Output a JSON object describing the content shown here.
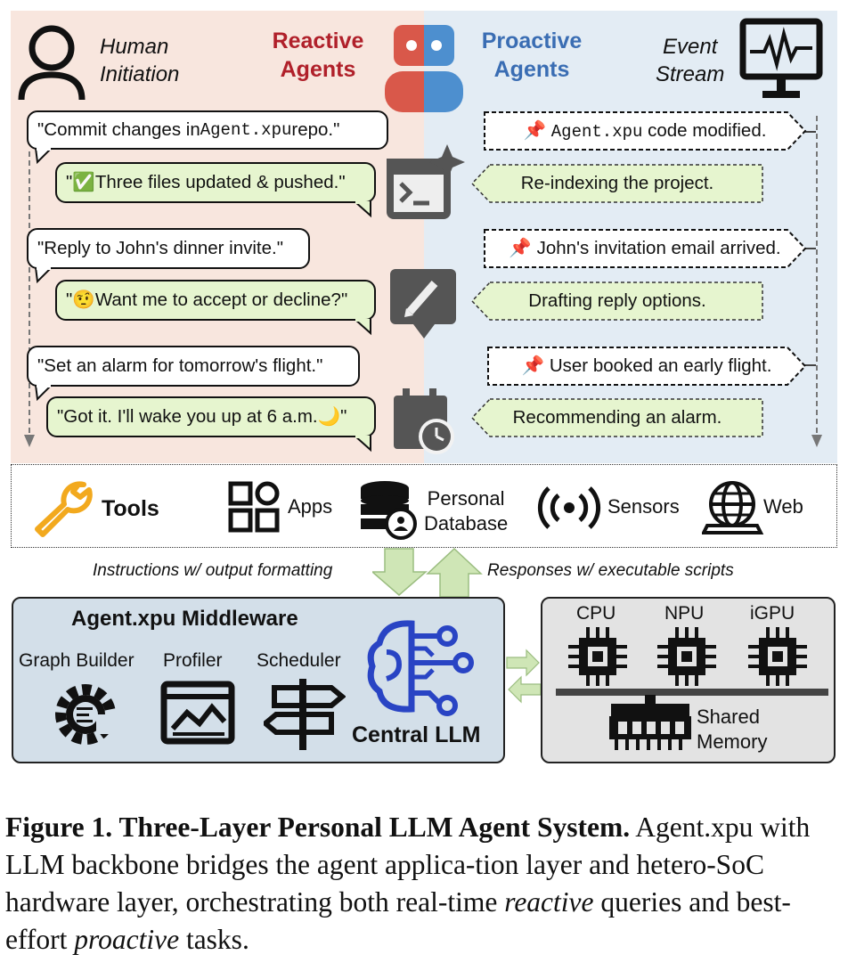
{
  "header": {
    "human_line1": "Human",
    "human_line2": "Initiation",
    "reactive_line1": "Reactive",
    "reactive_line2": "Agents",
    "proactive_line1": "Proactive",
    "proactive_line2": "Agents",
    "event_line1": "Event",
    "event_line2": "Stream"
  },
  "colors": {
    "reactive": "#b0202a",
    "proactive": "#3a6db3",
    "reactive_bg": "#f8e6de",
    "proactive_bg": "#e3ecf4",
    "reply_bubble": "#e6f5cf",
    "middleware_bg": "#d3dfe9",
    "hardware_bg": "#e3e3e3",
    "llm_blue": "#2944c4",
    "wrench_orange": "#f2a91e"
  },
  "rows": [
    {
      "query_pre": "\"Commit changes in ",
      "query_code": "Agent.xpu",
      "query_post": " repo.\"",
      "reply_pre": "\"",
      "reply_emoji": "✅",
      "reply_post": " Three files updated & pushed.\"",
      "event_pin": "📌",
      "event_code": "Agent.xpu",
      "event_text": " code modified.",
      "action": "Re-indexing the project.",
      "icon": "terminal-sparkle-icon"
    },
    {
      "query_pre": "\"Reply to John's dinner invite.\"",
      "reply_pre": "\"",
      "reply_emoji": "🤨",
      "reply_post": " Want me to accept or decline?\"",
      "event_pin": "📌",
      "event_text": " John's invitation email arrived.",
      "action": "Drafting reply options.",
      "icon": "pencil-message-icon"
    },
    {
      "query_pre": "\"Set an alarm for tomorrow's flight.\"",
      "reply_pre": "\"Got it. I'll wake you up at 6 a.m.",
      "reply_emoji": "🌙",
      "reply_post": " \"",
      "event_pin": "📌",
      "event_text": " User booked an early flight.",
      "action": "Recommending an alarm.",
      "icon": "calendar-clock-icon"
    }
  ],
  "tools": {
    "title": "Tools",
    "apps": "Apps",
    "db_line1": "Personal",
    "db_line2": "Database",
    "sensors": "Sensors",
    "web": "Web"
  },
  "arrows": {
    "down_label": "Instructions w/ output formatting",
    "up_label": "Responses w/ executable scripts"
  },
  "middleware": {
    "title": "Agent.xpu Middleware",
    "graph_builder": "Graph Builder",
    "profiler": "Profiler",
    "scheduler": "Scheduler",
    "central_llm": "Central LLM"
  },
  "hardware": {
    "cpu": "CPU",
    "npu": "NPU",
    "igpu": "iGPU",
    "mem_line1": "Shared",
    "mem_line2": "Memory"
  },
  "caption": {
    "bold": "Figure 1. Three-Layer Personal LLM Agent System.",
    "part1": " Agent.xpu with LLM backbone bridges the agent applica-tion layer and hetero-SoC hardware layer, orchestrating both real-time ",
    "italic1": "reactive",
    "part2": " queries and best-effort ",
    "italic2": "proactive",
    "part3": " tasks."
  }
}
